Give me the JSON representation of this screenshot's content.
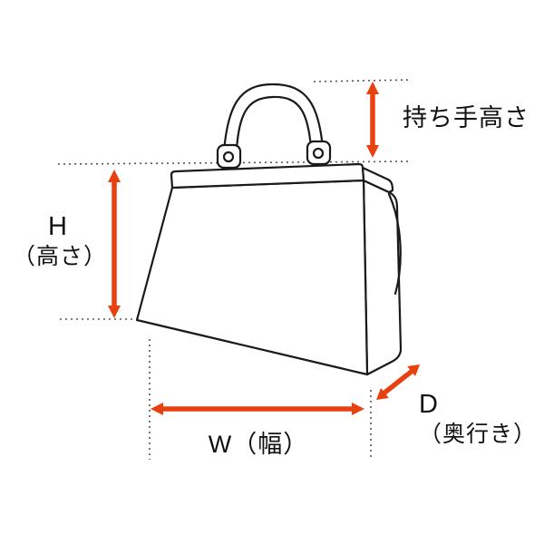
{
  "diagram": {
    "title_semantic": "handbag-dimension-diagram",
    "labels": {
      "handle_height": "持ち手高さ",
      "height_letter": "H",
      "height_caption": "（高さ）",
      "width": "W（幅）",
      "depth_letter": "D",
      "depth_caption": "（奥行き）"
    },
    "colors": {
      "arrow": "#e8400e",
      "outline": "#1a1a1a",
      "guide": "#555555",
      "background": "#ffffff"
    }
  }
}
